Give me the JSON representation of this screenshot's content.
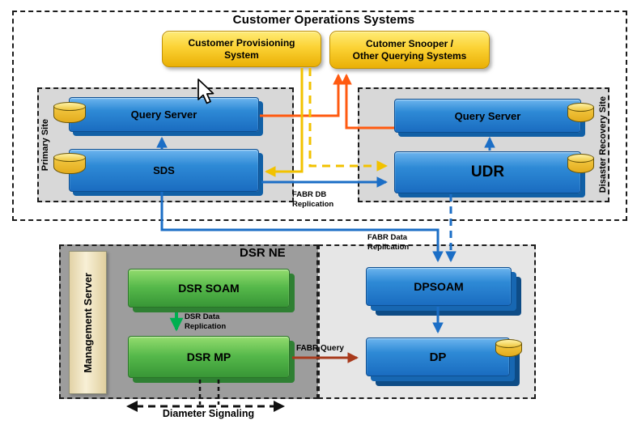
{
  "title": "Customer Operations Systems",
  "external_systems": {
    "provisioning": {
      "line1": "Customer Provisioning",
      "line2": "System"
    },
    "snooper": {
      "line1": "Cutomer Snooper /",
      "line2": "Other Querying Systems"
    }
  },
  "primary_site": {
    "label": "Primary Site",
    "query_server": "Query Server",
    "sds": "SDS"
  },
  "dr_site": {
    "label": "Disaster Recovery Site",
    "query_server": "Query Server",
    "udr": "UDR"
  },
  "dsr_ne": {
    "label": "DSR NE",
    "management_server": "Management Server",
    "dsr_soam": "DSR SOAM",
    "dsr_mp": "DSR MP"
  },
  "dp_site": {
    "dpsoam": "DPSOAM",
    "dp": "DP"
  },
  "edge_labels": {
    "fabr_db": {
      "line1": "FABR DB",
      "line2": "Replication"
    },
    "fabr_data": {
      "line1": "FABR Data",
      "line2": "Replication"
    },
    "dsr_data": {
      "line1": "DSR Data",
      "line2": "Replication"
    },
    "fabr_query": "FABR Query",
    "diameter_signaling": "Diameter Signaling"
  },
  "colors": {
    "node_blue": "#2585d5",
    "node_green": "#55b84a",
    "external_yellow": "#fbd234",
    "line_orange": "#ff5a10",
    "line_yellow": "#f2c200",
    "line_blue": "#1b6ec6",
    "line_green": "#00b050",
    "line_red": "#a83a1c",
    "database_gold": "#eec63c"
  }
}
